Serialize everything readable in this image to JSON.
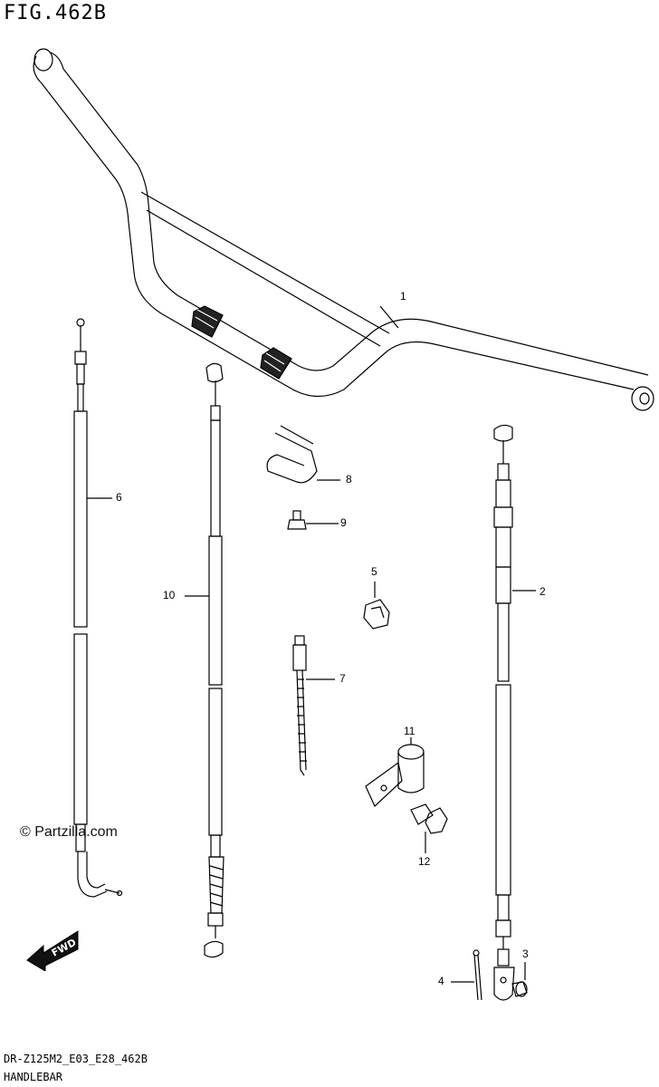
{
  "header": {
    "title": "FIG.462B"
  },
  "watermark": {
    "text": "© Partzilla.com"
  },
  "fwd_badge": {
    "text": "FWD"
  },
  "footer": {
    "code": "DR-Z125M2_E03_E28_462B",
    "caption": "HANDLEBAR"
  },
  "callouts": [
    {
      "number": "1"
    },
    {
      "number": "2"
    },
    {
      "number": "3"
    },
    {
      "number": "4"
    },
    {
      "number": "5"
    },
    {
      "number": "6"
    },
    {
      "number": "7"
    },
    {
      "number": "8"
    },
    {
      "number": "9"
    },
    {
      "number": "10"
    },
    {
      "number": "11"
    },
    {
      "number": "12"
    }
  ]
}
